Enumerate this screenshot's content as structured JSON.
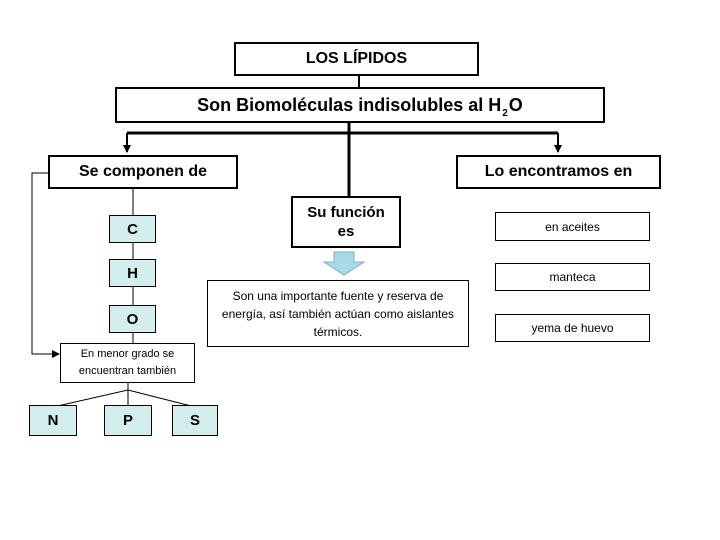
{
  "title": "LOS LÍPIDOS",
  "definition": {
    "before": "Son Biomoléculas indisolubles al H",
    "subscript": "2",
    "after": "O"
  },
  "composition": {
    "header": "Se componen de",
    "elements": [
      "C",
      "H",
      "O"
    ],
    "minor_label": "En menor grado se encuentran también",
    "minor_elements": [
      "N",
      "P",
      "S"
    ]
  },
  "function": {
    "header": "Su función es",
    "text": "Son  una importante fuente y reserva de energía, así también actúan como aislantes térmicos."
  },
  "found_in": {
    "header": "Lo encontramos en",
    "items": [
      "en aceites",
      "manteca",
      "yema de huevo"
    ]
  },
  "colors": {
    "element_fill": "#d4eeee",
    "arrow_fill": "#a9d8e8"
  }
}
